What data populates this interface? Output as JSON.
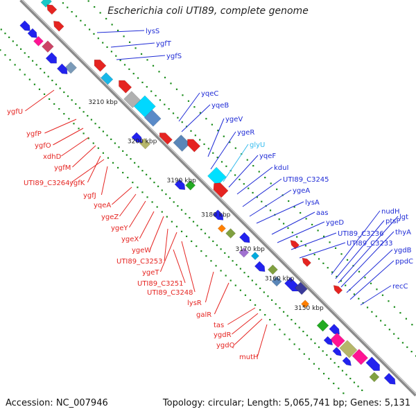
{
  "header": {
    "title": "Escherichia coli UTI89, complete genome"
  },
  "footer": {
    "accession": "Accession: NC_007946",
    "summary": "Topology: circular; Length: 5,065,741 bp; Genes: 5,131"
  },
  "colors": {
    "backbone": "#8a8a8a",
    "minus_strand_label": "#e52421",
    "plus_strand_label": "#1f2bd6",
    "rna_label": "#33bbee",
    "tick": "#1a8c1a"
  },
  "scale_labels": [
    "3210 kbp",
    "3200 kbp",
    "3190 kbp",
    "3180 kbp",
    "3170 kbp",
    "3160 kbp",
    "3150 kbp"
  ],
  "labels_right": [
    {
      "text": "lysS",
      "kind": "plus"
    },
    {
      "text": "ygfT",
      "kind": "plus"
    },
    {
      "text": "ygfS",
      "kind": "plus"
    },
    {
      "text": "yqeC",
      "kind": "plus"
    },
    {
      "text": "yqeB",
      "kind": "plus"
    },
    {
      "text": "ygeV",
      "kind": "plus"
    },
    {
      "text": "ygeR",
      "kind": "plus"
    },
    {
      "text": "glyU",
      "kind": "rna"
    },
    {
      "text": "yqeF",
      "kind": "plus"
    },
    {
      "text": "kduI",
      "kind": "plus"
    },
    {
      "text": "UTI89_C3245",
      "kind": "plus"
    },
    {
      "text": "ygeA",
      "kind": "plus"
    },
    {
      "text": "lysA",
      "kind": "plus"
    },
    {
      "text": "aas",
      "kind": "plus"
    },
    {
      "text": "ygeD",
      "kind": "plus"
    },
    {
      "text": "nudH",
      "kind": "plus"
    },
    {
      "text": "ptsP",
      "kind": "plus"
    },
    {
      "text": "lgt",
      "kind": "plus"
    },
    {
      "text": "UTI89_C3236",
      "kind": "plus"
    },
    {
      "text": "thyA",
      "kind": "plus"
    },
    {
      "text": "UTI89_C3233",
      "kind": "plus"
    },
    {
      "text": "ygdB",
      "kind": "plus"
    },
    {
      "text": "ppdC",
      "kind": "plus"
    },
    {
      "text": "recC",
      "kind": "plus"
    }
  ],
  "labels_left": [
    {
      "text": "ygfU",
      "kind": "minus"
    },
    {
      "text": "ygfP",
      "kind": "minus"
    },
    {
      "text": "ygfO",
      "kind": "minus"
    },
    {
      "text": "xdhD",
      "kind": "minus"
    },
    {
      "text": "ygfM",
      "kind": "minus"
    },
    {
      "text": "UTI89_C3264",
      "kind": "minus"
    },
    {
      "text": "ygfK",
      "kind": "minus"
    },
    {
      "text": "ygfJ",
      "kind": "minus"
    },
    {
      "text": "yqeA",
      "kind": "minus"
    },
    {
      "text": "ygeZ",
      "kind": "minus"
    },
    {
      "text": "ygeY",
      "kind": "minus"
    },
    {
      "text": "ygeX",
      "kind": "minus"
    },
    {
      "text": "ygeW",
      "kind": "minus"
    },
    {
      "text": "UTI89_C3253",
      "kind": "minus"
    },
    {
      "text": "ygeT",
      "kind": "minus"
    },
    {
      "text": "UTI89_C3251",
      "kind": "minus"
    },
    {
      "text": "UTI89_C3248",
      "kind": "minus"
    },
    {
      "text": "lysR",
      "kind": "minus"
    },
    {
      "text": "galR",
      "kind": "minus"
    },
    {
      "text": "tas",
      "kind": "minus"
    },
    {
      "text": "ygdR",
      "kind": "minus"
    },
    {
      "text": "ygdQ",
      "kind": "minus"
    },
    {
      "text": "mutH",
      "kind": "minus"
    }
  ]
}
